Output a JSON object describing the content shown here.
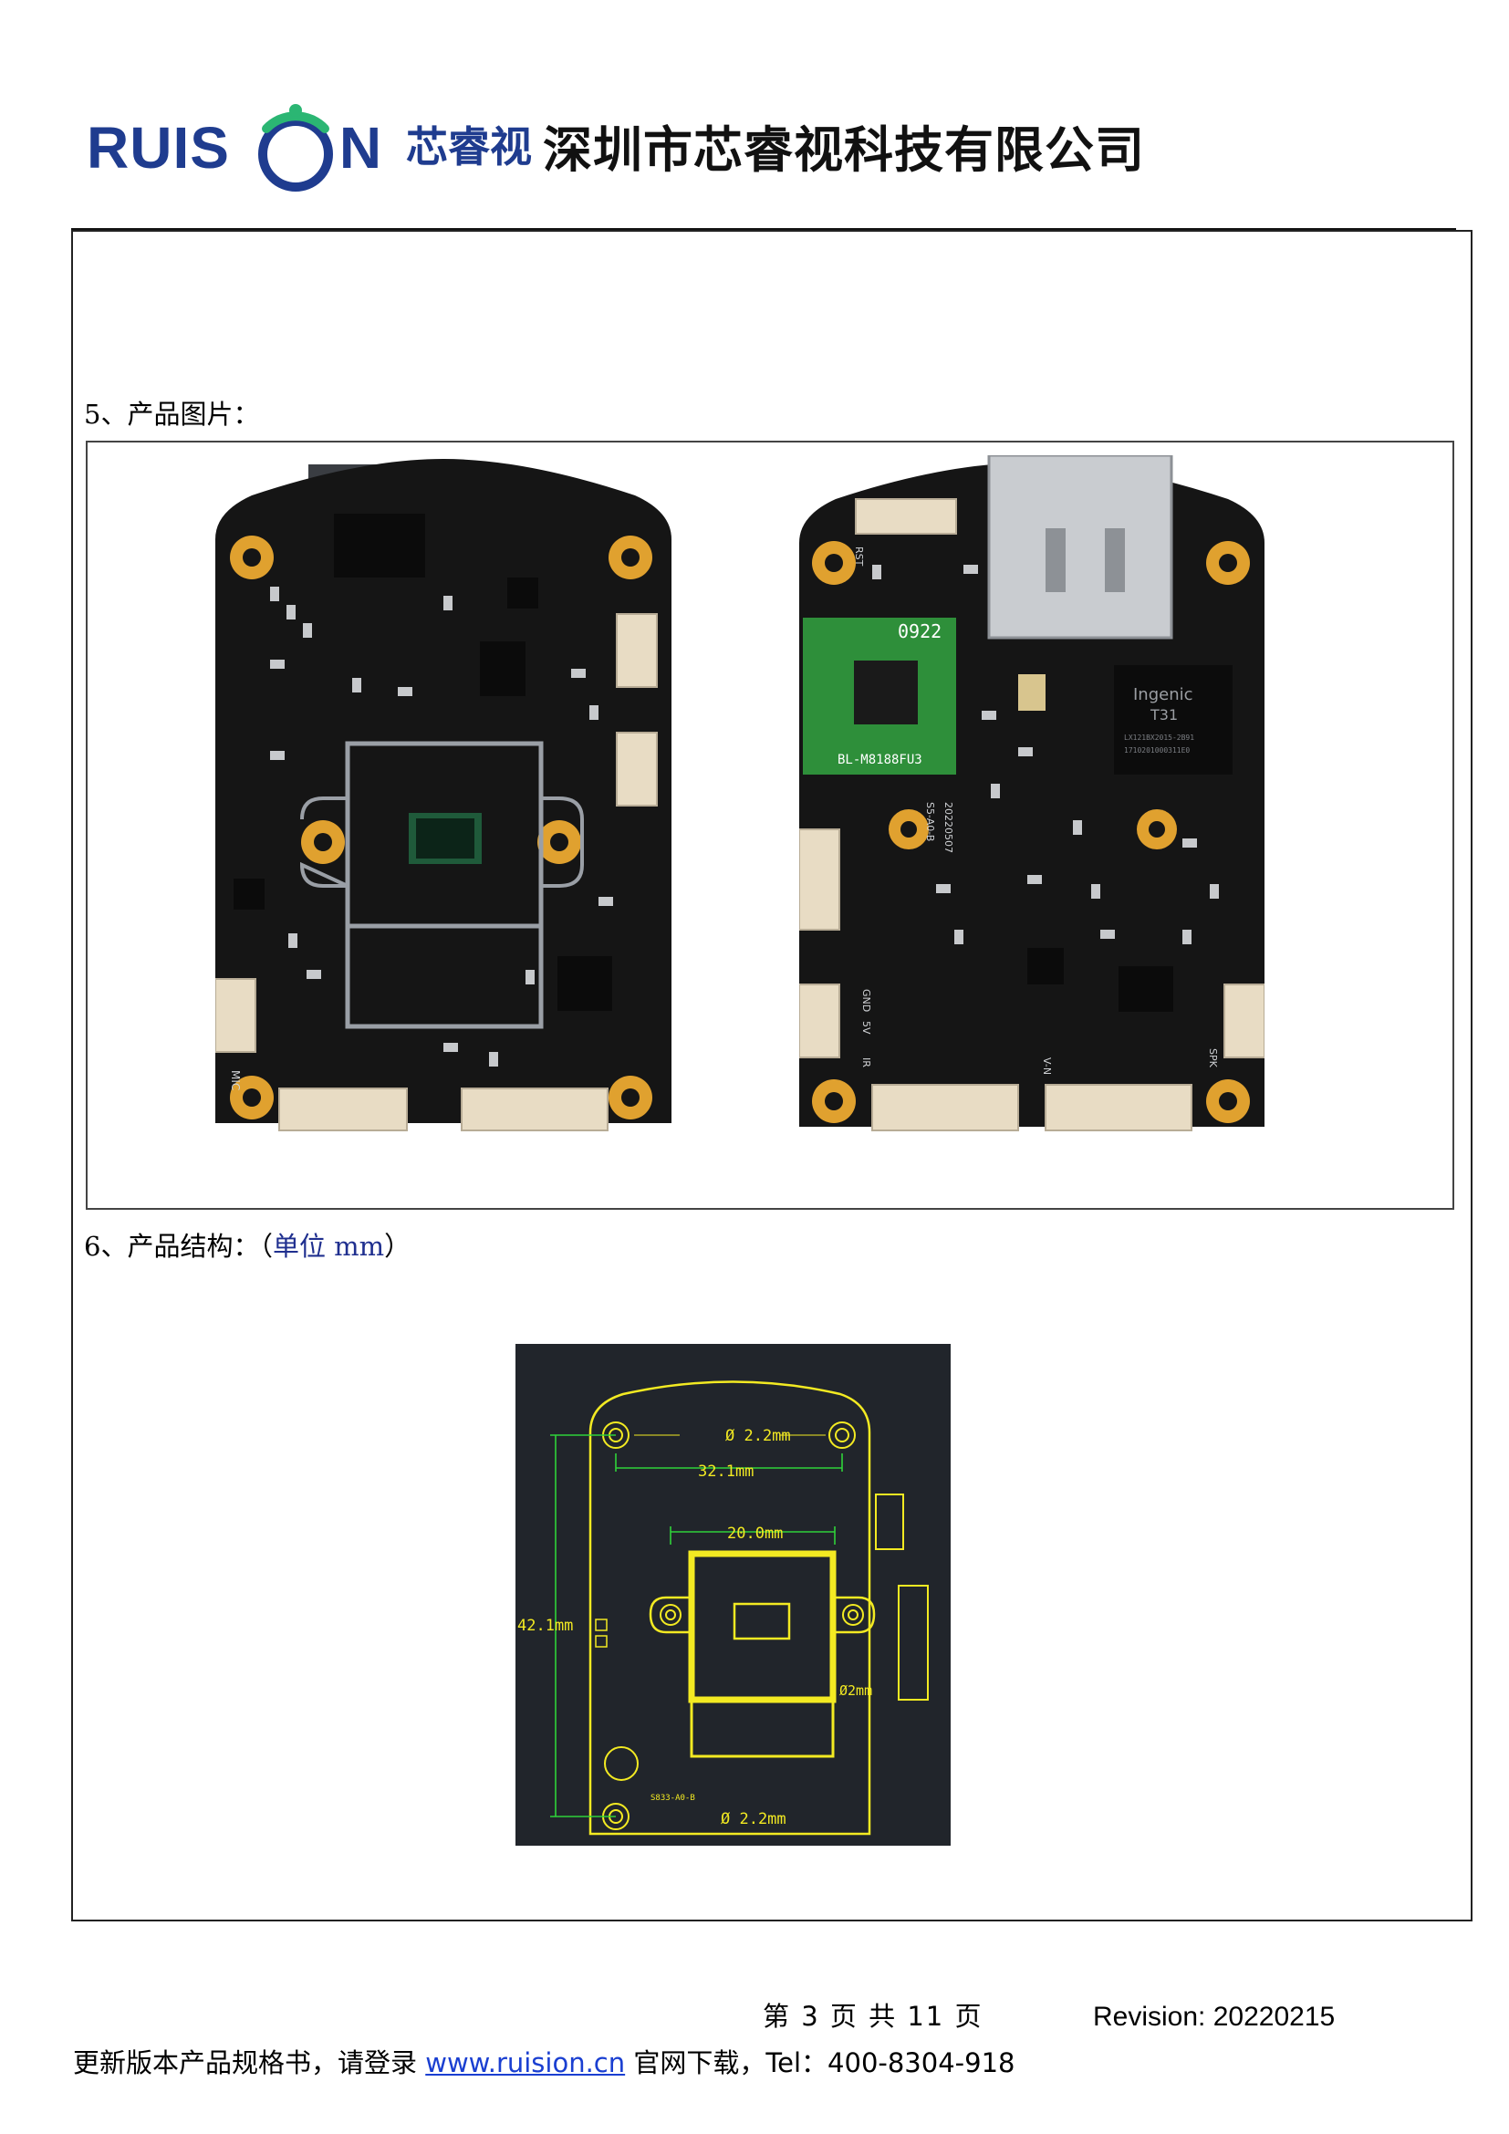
{
  "header": {
    "logo_latin_left": "RUIS",
    "logo_latin_right": "N",
    "logo_cn": "芯睿视",
    "company_name": "深圳市芯睿视科技有限公司"
  },
  "sections": {
    "s5": {
      "title": "5、产品图片："
    },
    "s6": {
      "title_prefix": "6、产品结构：（",
      "unit": "单位 mm",
      "title_suffix": "）"
    }
  },
  "front_board": {
    "labels": {
      "mic": "MIC"
    }
  },
  "back_board": {
    "labels": {
      "wifi_module_date": "0922",
      "wifi_module_model": "BL-M8188FU3",
      "soc_brand": "Ingenic",
      "soc_model": "T31",
      "soc_line1": "LX121BX2015-2B91",
      "soc_line2": "1710201000311E0",
      "board_rev": "S5-A0-B",
      "board_date": "20220507",
      "rst": "RST",
      "gnd": "GND",
      "v5": "5V",
      "ir": "IR",
      "spk": "SPK",
      "v_n": "V-N"
    }
  },
  "drawing": {
    "hole_dia_top": "Ø 2.2mm",
    "width_dim": "32.1mm",
    "sensor_dim": "20.0mm",
    "height_dim": "42.1mm",
    "hole_dia_side": "Ø2mm",
    "hole_dia_bottom": "Ø 2.2mm",
    "board_code": "S833-A0-B"
  },
  "footer": {
    "page_info": "第 3 页 共 11 页",
    "revision": "Revision: 20220215",
    "note_prefix": "更新版本产品规格书，请登录",
    "link_text": "www.ruision.cn",
    "note_suffix": "官网下载，Tel：400-8304-918"
  },
  "colors": {
    "brand_blue": "#1f3c8f",
    "logo_green": "#2bb673",
    "pcb_black": "#151515",
    "gold_pad": "#e0a12f",
    "drawing_yellow": "#f3ea22",
    "drawing_green": "#2fd23a",
    "link_blue": "#1a3fd1"
  }
}
